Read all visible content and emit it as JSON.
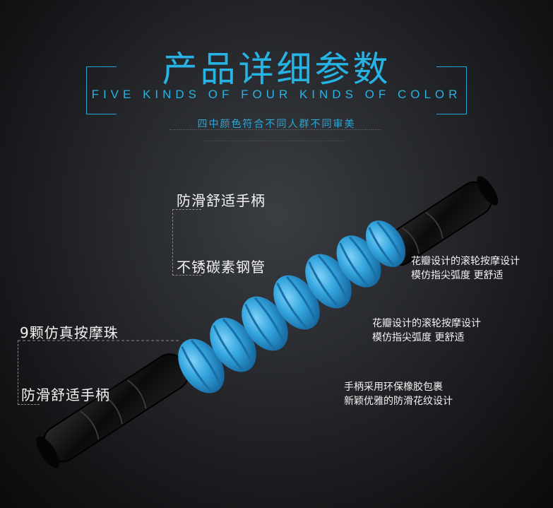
{
  "header": {
    "title_cn": "产品详细参数",
    "title_en": "FIVE KINDS OF FOUR KINDS OF COLOR",
    "subtitle": "四中颜色符合不同人群不同审美"
  },
  "callouts": {
    "handle_top": "防滑舒适手柄",
    "steel_tube": "不锈碳素钢管",
    "beads": "9颗仿真按摩珠",
    "handle_bottom": "防滑舒适手柄"
  },
  "notes": {
    "note1_line1": "花瓣设计的滚轮按摩设计",
    "note1_line2": "模仿指尖弧度  更舒适",
    "note2_line1": "花瓣设计的滚轮按摩设计",
    "note2_line2": "模仿指尖弧度  更舒适",
    "note3_line1": "手柄采用环保橡胶包裹",
    "note3_line2": "新颖优雅的防滑花纹设计"
  },
  "colors": {
    "accent": "#27b3e4",
    "roller": "#2f9fdc",
    "handle": "#0c0c0c"
  }
}
